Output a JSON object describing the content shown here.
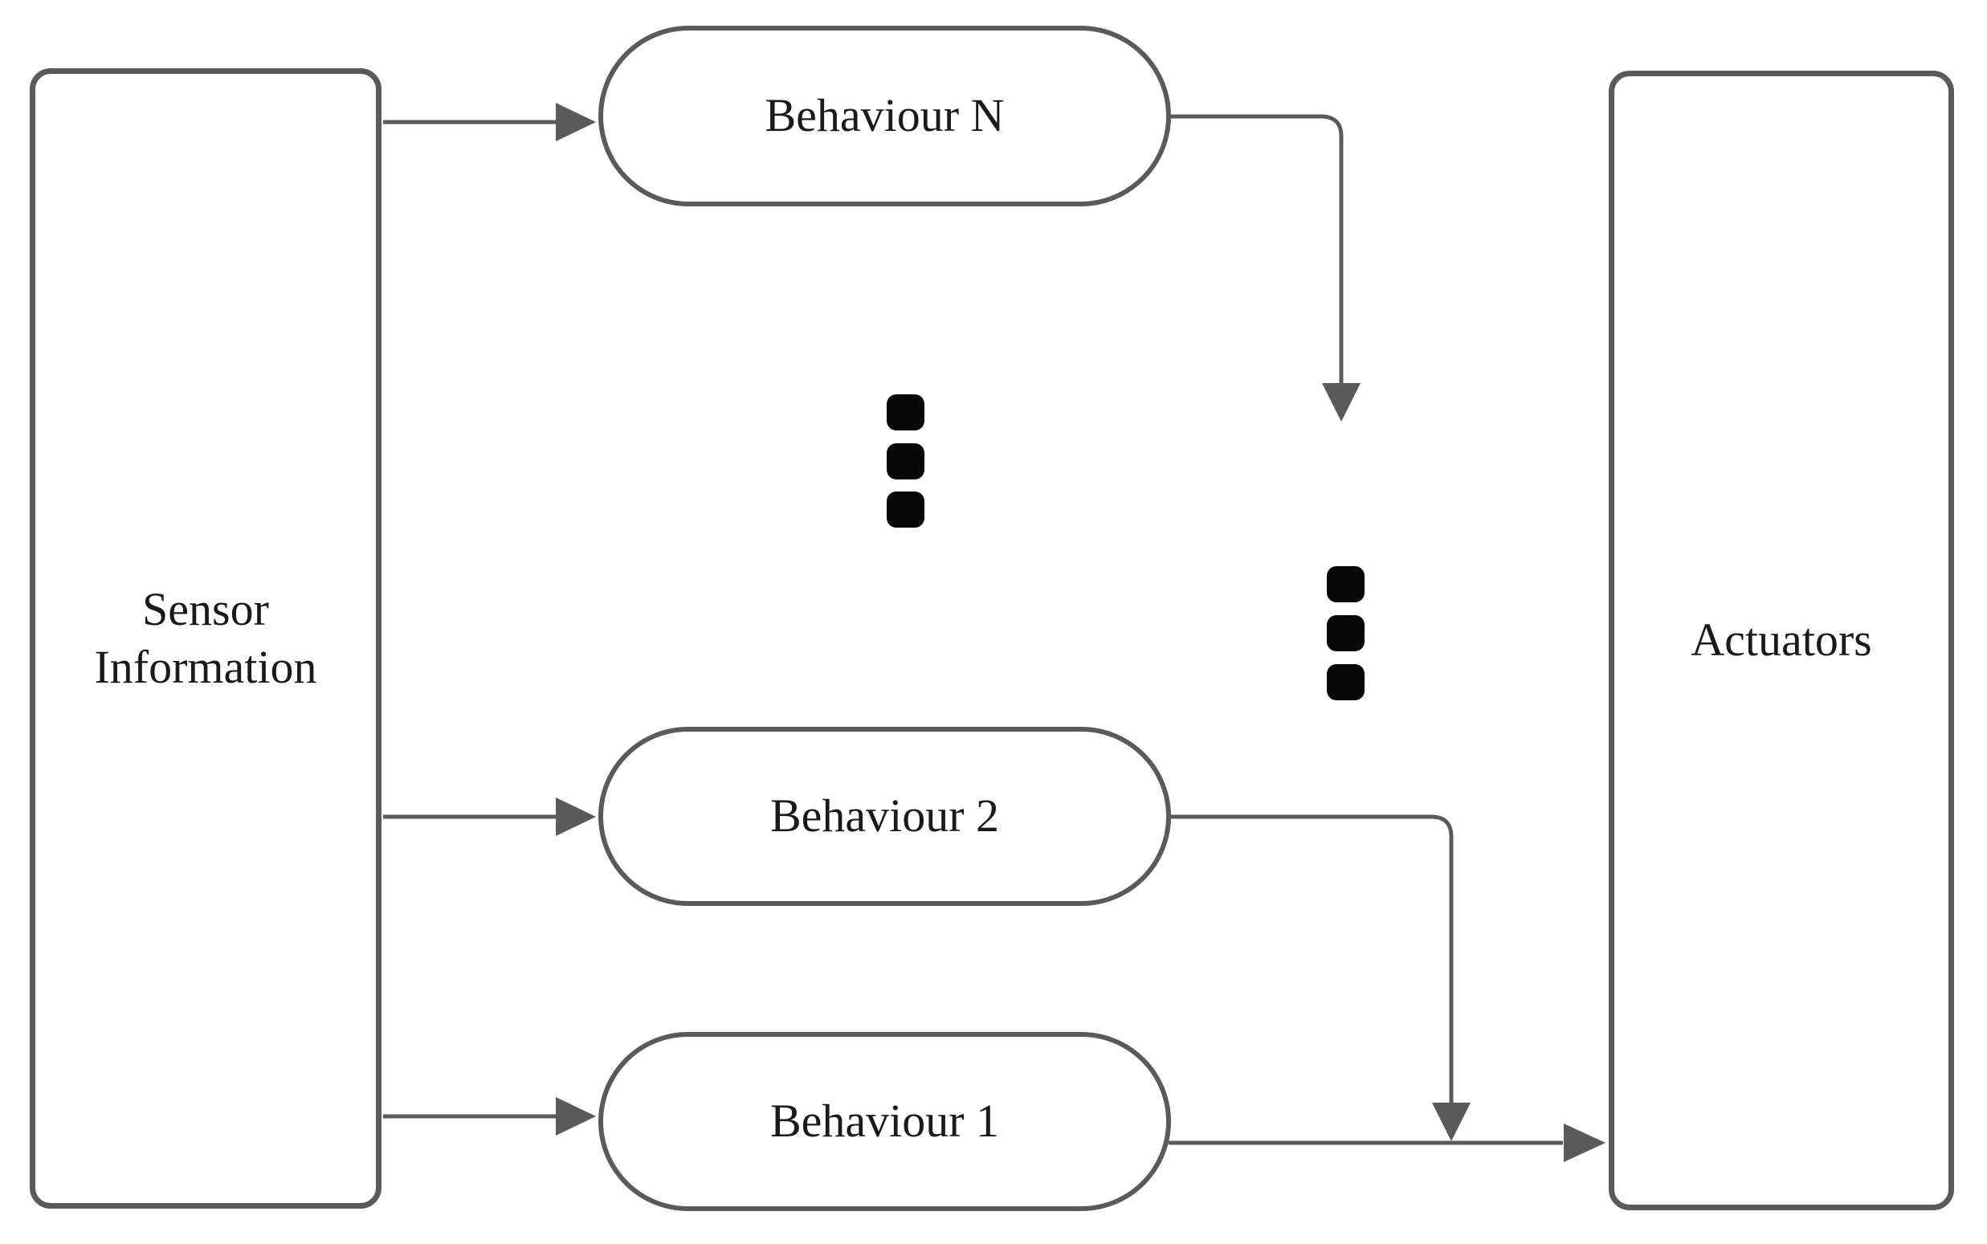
{
  "diagram": {
    "background_color": "#ffffff",
    "line_color": "#5a5a5a",
    "text_color": "#1a1a1a",
    "ellipsis_color": "#080808",
    "nodes": {
      "sensor": {
        "label": "Sensor Information",
        "shape": "rounded-rectangle"
      },
      "behaviour_n": {
        "label": "Behaviour N",
        "shape": "stadium"
      },
      "behaviour_2": {
        "label": "Behaviour 2",
        "shape": "stadium"
      },
      "behaviour_1": {
        "label": "Behaviour 1",
        "shape": "stadium"
      },
      "actuators": {
        "label": "Actuators",
        "shape": "rounded-rectangle"
      }
    },
    "edges": [
      {
        "from": "sensor",
        "to": "behaviour_n",
        "type": "arrow"
      },
      {
        "from": "sensor",
        "to": "behaviour_2",
        "type": "arrow"
      },
      {
        "from": "sensor",
        "to": "behaviour_1",
        "type": "arrow"
      },
      {
        "from": "behaviour_n",
        "to": "right-ellipsis-area",
        "type": "arrow-down"
      },
      {
        "from": "behaviour_2",
        "to": "behaviour_1-output-line",
        "type": "arrow-down-merge"
      },
      {
        "from": "behaviour_1",
        "to": "actuators",
        "type": "arrow"
      }
    ],
    "ellipsis": {
      "left_dots": 3,
      "right_dots": 3
    }
  }
}
